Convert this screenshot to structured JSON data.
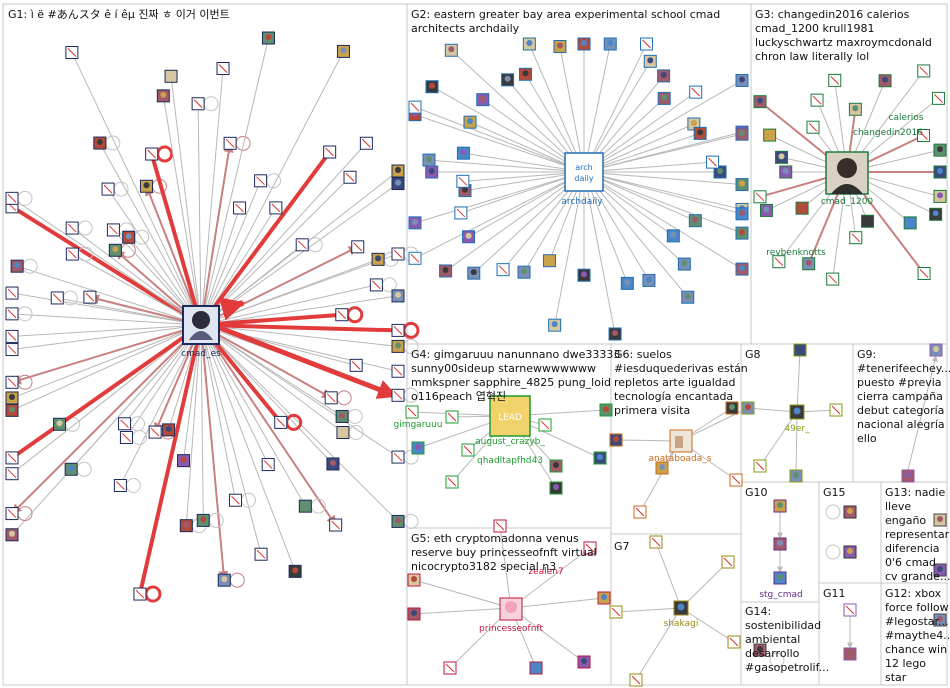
{
  "groups": [
    {
      "id": "G1",
      "text": [
        "G1: ì ë #あんスタ ê í êµ 진짜 ㅎ 이거 이번트"
      ]
    },
    {
      "id": "G2",
      "text": [
        "G2: eastern greater bay area experimental school cmad",
        "architects archdaily"
      ]
    },
    {
      "id": "G3",
      "text": [
        "G3: changedin2016 calerios",
        "cmad_1200 krull1981",
        "luckyschwartz maxroymcdonald",
        "chron law literally lol"
      ]
    },
    {
      "id": "G4",
      "text": [
        "G4: gimgaruuu nanunnano dwe33333",
        "sunny00sideup starnewwwwwww",
        "mmkspner sapphire_4825 pung_loid",
        "o116peach 엽혁진"
      ]
    },
    {
      "id": "G5",
      "text": [
        "G5: eth cryptomadonna venus",
        "reserve buy princesseofnft virtual",
        "nicocrypto3182 special n3"
      ]
    },
    {
      "id": "G6",
      "text": [
        "G6: suelos",
        "#iesduquederivas están",
        "repletos arte igualdad",
        "tecnología encantada",
        "primera visita"
      ]
    },
    {
      "id": "G7",
      "text": [
        "G7"
      ]
    },
    {
      "id": "G8",
      "text": [
        "G8"
      ]
    },
    {
      "id": "G9",
      "text": [
        "G9:",
        "#tenerifeechey...",
        "puesto #previa",
        "cierra campaña",
        "debut categoría",
        "nacional alegría",
        "ello"
      ]
    },
    {
      "id": "G10",
      "text": [
        "G10"
      ]
    },
    {
      "id": "G11",
      "text": [
        "G11"
      ]
    },
    {
      "id": "G12",
      "text": [
        "G12: xbox",
        "force follow",
        "#legostar...",
        "#maythe4...",
        "chance win",
        "12 lego",
        "star"
      ]
    },
    {
      "id": "G13",
      "text": [
        "G13: nadie",
        "lleve",
        "engaño",
        "representar",
        "diferencia",
        "0'6 cmad",
        "cv grande..."
      ]
    },
    {
      "id": "G14",
      "text": [
        "G14:",
        "sostenibilidad",
        "ambiental",
        "desarrollo",
        "#gasopetrolif..."
      ]
    },
    {
      "id": "G15",
      "text": [
        "G15"
      ]
    }
  ],
  "hub_labels": {
    "cmad_es": "cmad_es",
    "archdaily": "archdaily",
    "cmad_1200": "cmad_1200",
    "calerios": "calerios",
    "changedin2016": "changedin2016",
    "revbenknotts": "revbenknotts",
    "gimgaruuu": "gimgaruuu",
    "august_crazyb": "august_crazyb_",
    "qhadltapfhd43": "qhadltapfhd43",
    "princesseofnft": "princesseofnft",
    "zealen7": "zealen7",
    "anataboada_s": "anataboada_s",
    "shakagi": "shakagi",
    "er49": "49er_",
    "stg_cmad": "stg_cmad"
  },
  "colors": {
    "edge": "#b8b8b8",
    "strong_edge": "#e23b3b",
    "medium_edge": "#c98080",
    "cell_border": "#c8c8c8",
    "broken_image": "#d8322c",
    "g2_label": "#1f6fb6",
    "g3_label": "#1b7a3a",
    "g4_label": "#1d9b2d",
    "g5_label": "#c0143c",
    "g6_label": "#c96b1a",
    "g7_label": "#9a8a10",
    "g8_label": "#8a9a10",
    "g10_label": "#6a2a8a"
  }
}
